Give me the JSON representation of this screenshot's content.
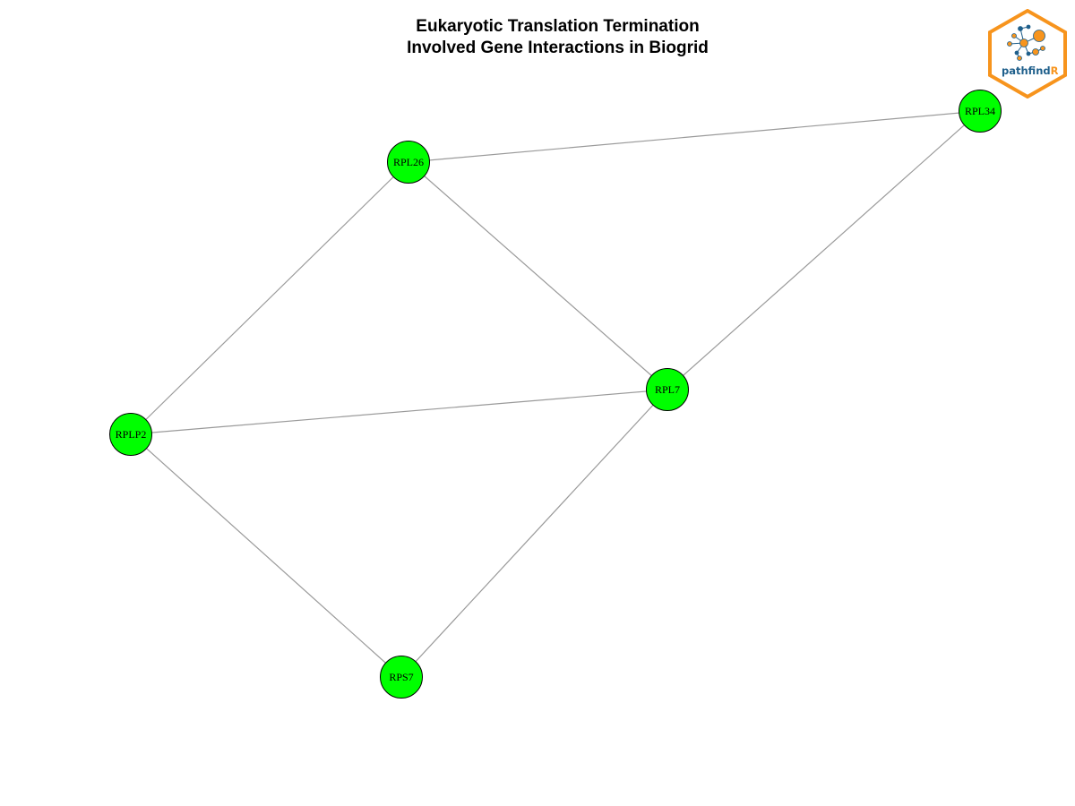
{
  "title": {
    "line1": "Eukaryotic Translation Termination",
    "line2": "Involved Gene Interactions in Biogrid"
  },
  "graph": {
    "node_color": "#00ff00",
    "node_stroke": "#000000",
    "edge_color": "#9a9a9a",
    "nodes": [
      {
        "id": "RPL34",
        "label": "RPL34"
      },
      {
        "id": "RPL26",
        "label": "RPL26"
      },
      {
        "id": "RPL7",
        "label": "RPL7"
      },
      {
        "id": "RPLP2",
        "label": "RPLP2"
      },
      {
        "id": "RPS7",
        "label": "RPS7"
      }
    ],
    "edges": [
      {
        "source": "RPL26",
        "target": "RPL34"
      },
      {
        "source": "RPL26",
        "target": "RPLP2"
      },
      {
        "source": "RPL26",
        "target": "RPL7"
      },
      {
        "source": "RPL34",
        "target": "RPL7"
      },
      {
        "source": "RPLP2",
        "target": "RPL7"
      },
      {
        "source": "RPLP2",
        "target": "RPS7"
      },
      {
        "source": "RPS7",
        "target": "RPL7"
      }
    ]
  },
  "logo": {
    "word_main": "pathfind",
    "word_accent": "R",
    "hex_color": "#f7941d",
    "text_color": "#1f5f8b",
    "accent_color": "#f7941d"
  }
}
